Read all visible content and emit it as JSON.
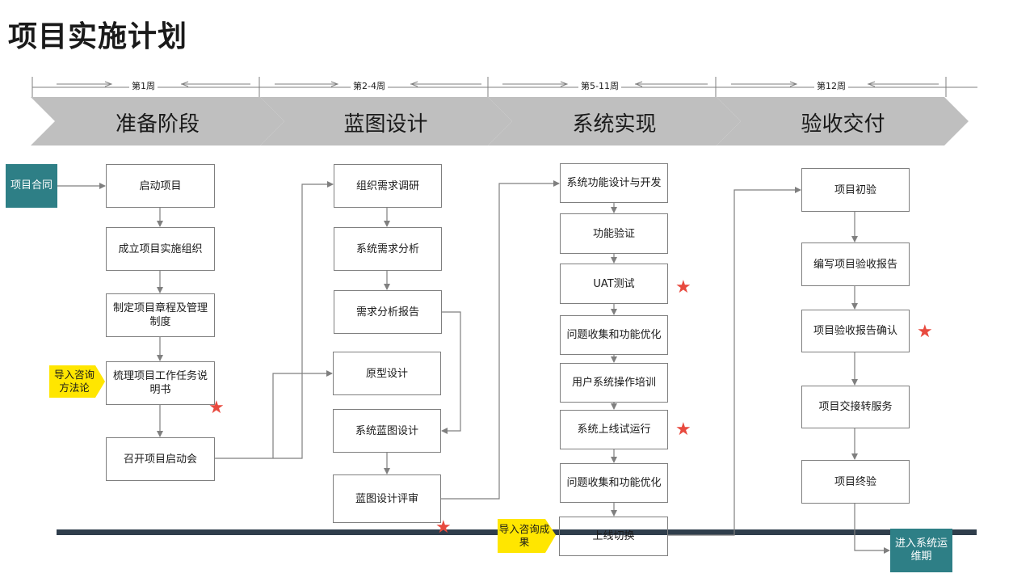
{
  "title": "项目实施计划",
  "weeks": [
    "第1周",
    "第2-4周",
    "第5-11周",
    "第12周"
  ],
  "phases": [
    "准备阶段",
    "蓝图设计",
    "系统实现",
    "验收交付"
  ],
  "start": "项目合同",
  "end": "进入系统运维期",
  "tags": {
    "methodology": "导入咨询方法论",
    "results": "导入咨询成果"
  },
  "col1": [
    "启动项目",
    "成立项目实施组织",
    "制定项目章程及管理制度",
    "梳理项目工作任务说明书",
    "召开项目启动会"
  ],
  "col2": [
    "组织需求调研",
    "系统需求分析",
    "需求分析报告",
    "原型设计",
    "系统蓝图设计",
    "蓝图设计评审"
  ],
  "col3": [
    "系统功能设计与开发",
    "功能验证",
    "UAT测试",
    "问题收集和功能优化",
    "用户系统操作培训",
    "系统上线试运行",
    "问题收集和功能优化",
    "上线切换"
  ],
  "col4": [
    "项目初验",
    "编写项目验收报告",
    "项目验收报告确认",
    "项目交接转服务",
    "项目终验"
  ],
  "star_symbol": "★",
  "colors": {
    "phase": "#bfbfbf",
    "teal": "#2e7f86",
    "yellow": "#ffe600",
    "bar": "#2f3e4c",
    "star": "#e84a3f"
  }
}
